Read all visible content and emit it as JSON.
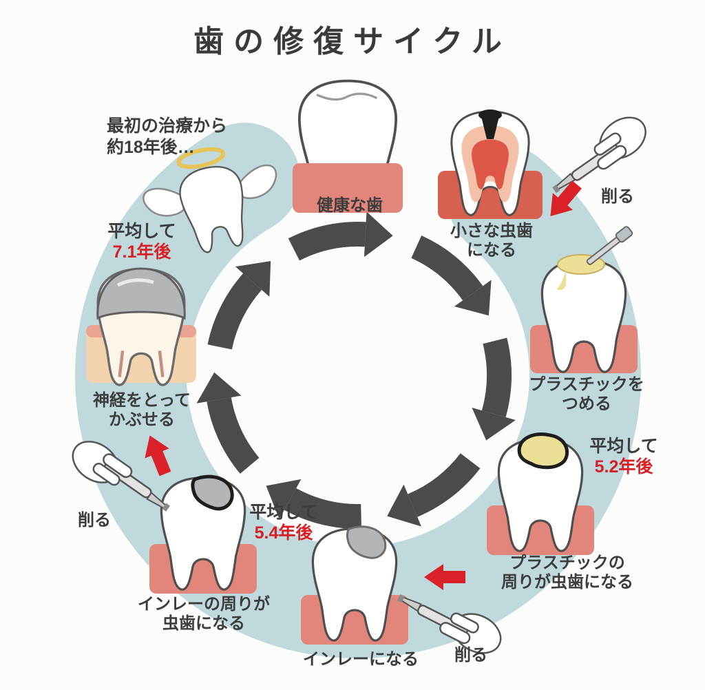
{
  "title": "歯の修復サイクル",
  "colors": {
    "ring": "#c0d9dc",
    "arrow_gray": "#4b4b4b",
    "accent_red": "#da2128",
    "gum": "#e2857b",
    "gum_dark": "#d8604f",
    "gum_tan": "#f2d3ad",
    "filling": "#ebe096",
    "metal": "#b3b6b8"
  },
  "stages": {
    "healthy": {
      "label": "健康な歯"
    },
    "small_cavity": {
      "line1": "小さな虫歯",
      "line2": "になる",
      "action": "削る"
    },
    "plastic_fill": {
      "line1": "プラスチックを",
      "line2": "つめる"
    },
    "plastic_cavity": {
      "line1": "プラスチックの",
      "line2": "周りが虫歯になる",
      "interval_prefix": "平均して",
      "interval": "5.2年後"
    },
    "inlay": {
      "label": "インレーになる",
      "action": "削る"
    },
    "inlay_cavity": {
      "line1": "インレーの周りが",
      "line2": "虫歯になる",
      "interval_prefix": "平均して",
      "interval": "5.4年後",
      "action": "削る"
    },
    "crown": {
      "line1": "神経をとって",
      "line2": "かぶせる",
      "interval_prefix": "平均して",
      "interval": "7.1年後"
    },
    "outcome": {
      "line1": "最初の治療から",
      "line2": "約18年後…"
    }
  }
}
